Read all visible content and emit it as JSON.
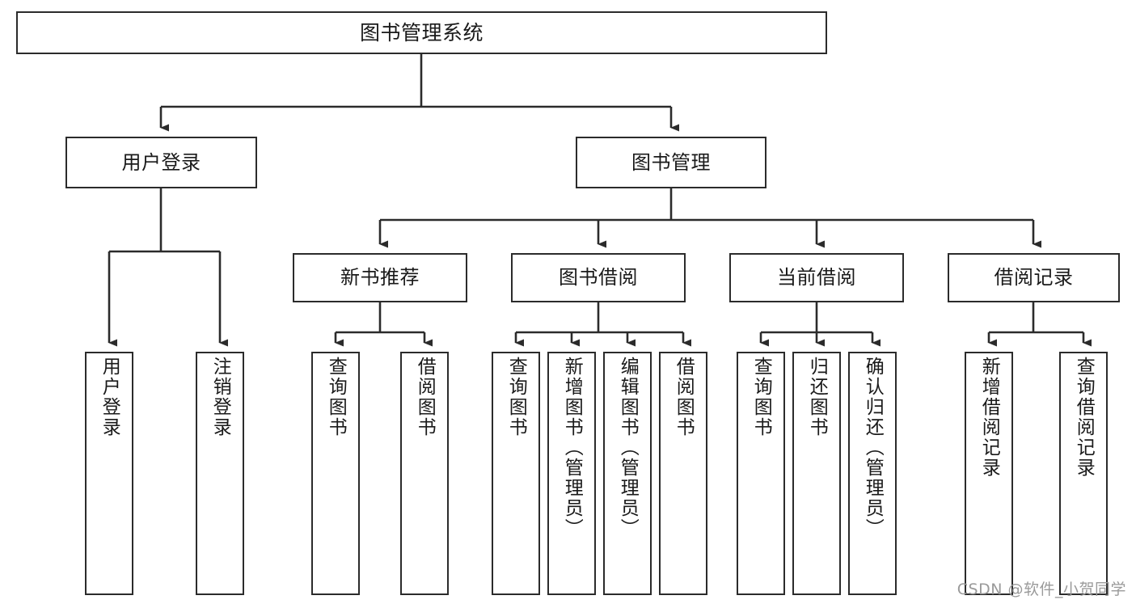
{
  "diagram": {
    "title": "图书管理系统",
    "type": "tree-hierarchy-chart",
    "line_color": "#2b2b2b",
    "box_fill": "#ffffff",
    "text_color": "#1a1a1a",
    "root": {
      "id": "root",
      "label": "图书管理系统"
    },
    "level2": [
      {
        "id": "user-login",
        "label": "用户登录"
      },
      {
        "id": "book-manage",
        "label": "图书管理"
      }
    ],
    "level3": [
      {
        "id": "new-book-rec",
        "label": "新书推荐",
        "parent": "book-manage"
      },
      {
        "id": "book-borrow",
        "label": "图书借阅",
        "parent": "book-manage"
      },
      {
        "id": "current-borrow",
        "label": "当前借阅",
        "parent": "book-manage"
      },
      {
        "id": "borrow-record",
        "label": "借阅记录",
        "parent": "book-manage"
      }
    ],
    "leaves": [
      {
        "id": "leaf-user-login",
        "label": "用户登录",
        "parent": "user-login"
      },
      {
        "id": "leaf-logout-login",
        "label": "注销登录",
        "parent": "user-login"
      },
      {
        "id": "leaf-query-book-1",
        "label": "查询图书",
        "parent": "new-book-rec"
      },
      {
        "id": "leaf-borrow-book-1",
        "label": "借阅图书",
        "parent": "new-book-rec"
      },
      {
        "id": "leaf-query-book-2",
        "label": "查询图书",
        "parent": "book-borrow"
      },
      {
        "id": "leaf-add-book",
        "label": "新增图书（管理员）",
        "parent": "book-borrow"
      },
      {
        "id": "leaf-edit-book",
        "label": "编辑图书（管理员）",
        "parent": "book-borrow"
      },
      {
        "id": "leaf-borrow-book-2",
        "label": "借阅图书",
        "parent": "book-borrow"
      },
      {
        "id": "leaf-query-book-3",
        "label": "查询图书",
        "parent": "current-borrow"
      },
      {
        "id": "leaf-return-book",
        "label": "归还图书",
        "parent": "current-borrow"
      },
      {
        "id": "leaf-confirm-return",
        "label": "确认归还（管理员）",
        "parent": "current-borrow"
      },
      {
        "id": "leaf-add-record",
        "label": "新增借阅记录",
        "parent": "borrow-record"
      },
      {
        "id": "leaf-query-record",
        "label": "查询借阅记录",
        "parent": "borrow-record"
      }
    ]
  },
  "watermark": {
    "text": "CSDN @软件_小贺同学"
  }
}
